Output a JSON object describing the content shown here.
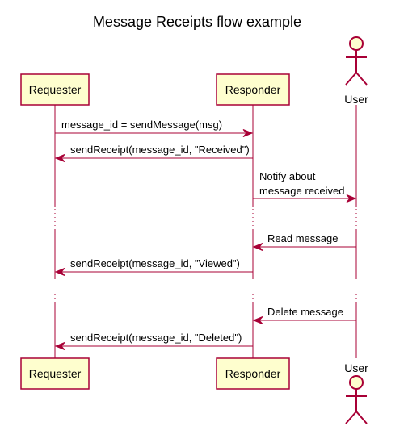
{
  "title": "Message Receipts flow example",
  "participants": {
    "requester": "Requester",
    "responder": "Responder",
    "user": "User"
  },
  "messages": [
    {
      "from": "requester",
      "to": "responder",
      "lines": [
        "message_id = sendMessage(msg)"
      ]
    },
    {
      "from": "responder",
      "to": "requester",
      "lines": [
        "sendReceipt(message_id, \"Received\")"
      ]
    },
    {
      "from": "responder",
      "to": "user",
      "lines": [
        "Notify about",
        "message received"
      ]
    },
    {
      "from": "user",
      "to": "responder",
      "lines": [
        "Read message"
      ]
    },
    {
      "from": "responder",
      "to": "requester",
      "lines": [
        "sendReceipt(message_id, \"Viewed\")"
      ]
    },
    {
      "from": "user",
      "to": "responder",
      "lines": [
        "Delete message"
      ]
    },
    {
      "from": "responder",
      "to": "requester",
      "lines": [
        "sendReceipt(message_id, \"Deleted\")"
      ]
    }
  ],
  "colors": {
    "participant_fill": "#FEFECE",
    "line": "#A80036"
  }
}
